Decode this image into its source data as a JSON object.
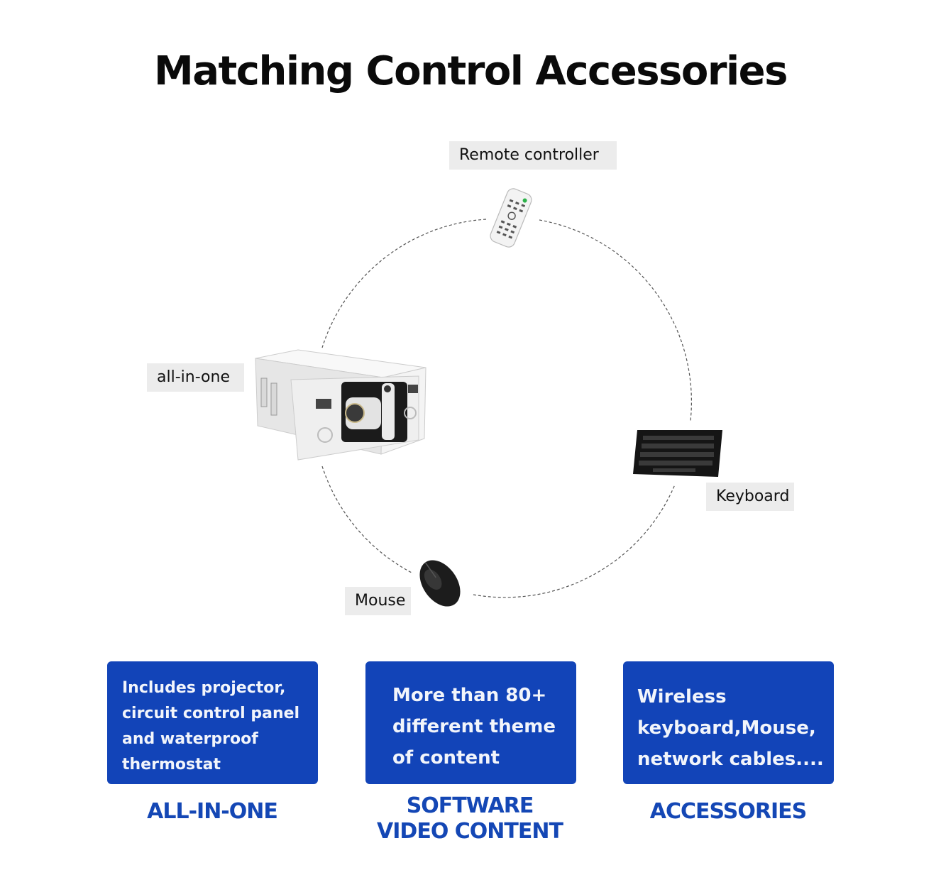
{
  "title": "Matching Control Accessories",
  "diagram": {
    "nodes": [
      {
        "id": "remote",
        "label": "Remote controller",
        "icon": "remote-control-icon"
      },
      {
        "id": "all_in_one",
        "label": "all-in-one",
        "icon": "projector-box-icon"
      },
      {
        "id": "keyboard",
        "label": "Keyboard",
        "icon": "keyboard-icon"
      },
      {
        "id": "mouse",
        "label": "Mouse",
        "icon": "mouse-icon"
      }
    ]
  },
  "cards": [
    {
      "text": "Includes projector,\ncircuit control panel\nand waterproof\nthermostat",
      "caption": "ALL-IN-ONE"
    },
    {
      "text": "More than 80+\ndifferent theme\nof content",
      "caption": "SOFTWARE\nVIDEO CONTENT"
    },
    {
      "text": "Wireless\nkeyboard,Mouse,\nnetwork cables....",
      "caption": "ACCESSORIES"
    }
  ],
  "colors": {
    "card_background": "#1244b8",
    "caption_text": "#1447b5",
    "tag_background": "#ececec"
  }
}
